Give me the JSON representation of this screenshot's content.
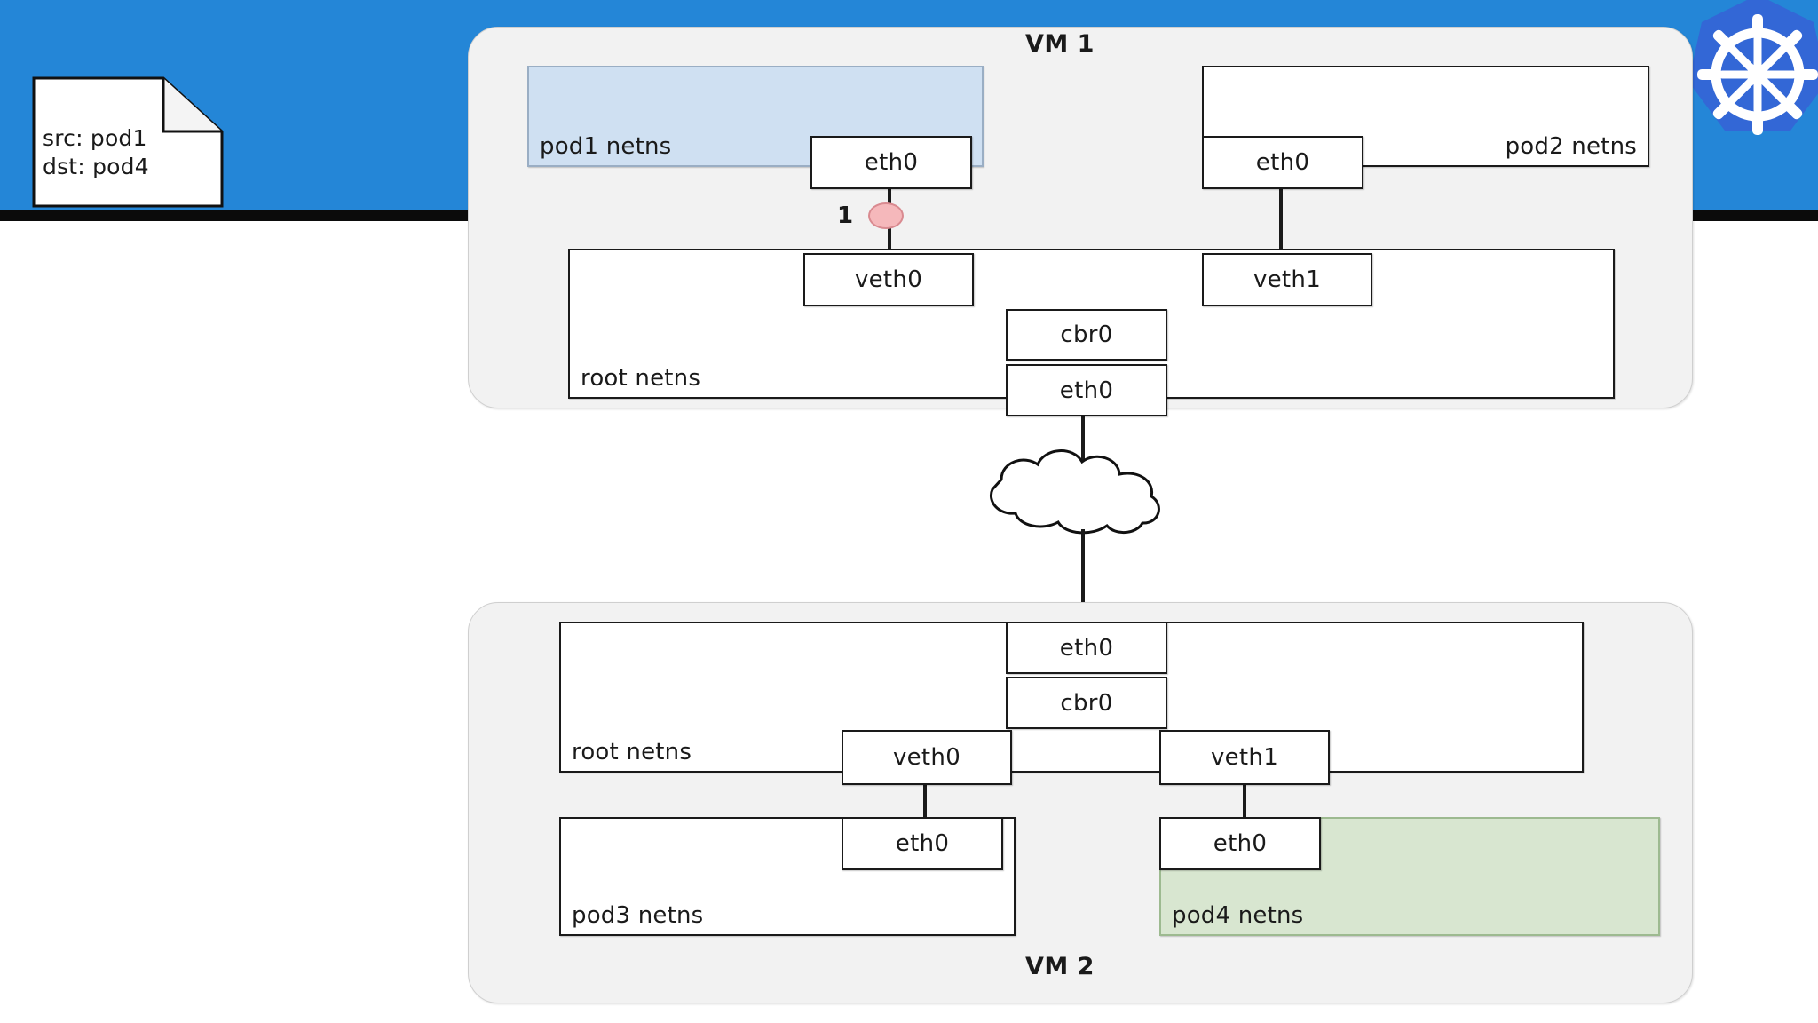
{
  "slide": {
    "background_color": "#2486d7",
    "accent_bar_color": "#0b0b0b",
    "logo_name": "kubernetes-logo",
    "logo_badge_color": "#3367d6"
  },
  "packet_note": {
    "name": "packet-note",
    "src_line": "src: pod1",
    "dst_line": "dst: pod4",
    "text": "src: pod1\ndst: pod4"
  },
  "marker": {
    "step_number": "1",
    "dot_color": "#f5b8bb"
  },
  "vm1": {
    "title": "VM 1",
    "pod1": {
      "label": "pod1 netns",
      "highlight": true,
      "highlight_color": "#cfe0f2",
      "eth0": "eth0"
    },
    "pod2": {
      "label": "pod2 netns",
      "highlight": false,
      "eth0": "eth0"
    },
    "root": {
      "label": "root netns",
      "veth0": "veth0",
      "veth1": "veth1",
      "cbr0": "cbr0",
      "eth0": "eth0"
    }
  },
  "vm2": {
    "title": "VM 2",
    "root": {
      "label": "root netns",
      "eth0": "eth0",
      "cbr0": "cbr0",
      "veth0": "veth0",
      "veth1": "veth1"
    },
    "pod3": {
      "label": "pod3 netns",
      "highlight": false,
      "eth0": "eth0"
    },
    "pod4": {
      "label": "pod4 netns",
      "highlight": true,
      "highlight_color": "#d8e6d0",
      "eth0": "eth0"
    }
  },
  "network": {
    "cloud_name": "network-cloud"
  }
}
